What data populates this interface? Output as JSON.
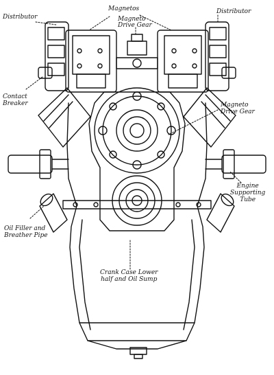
{
  "labels": {
    "distributor_left": "Distributor",
    "magnetos": "Magnetos",
    "distributor_right": "Distributor",
    "magneto_drive_gear_top_line1": "Magneto",
    "magneto_drive_gear_top_line2": "Drive Gear",
    "contact_breaker_line1": "Contact",
    "contact_breaker_line2": "Breaker",
    "magneto_drive_gear_right_line1": "Magneto",
    "magneto_drive_gear_right_line2": "Drive Gear",
    "engine_supporting_tube_line1": "Engine",
    "engine_supporting_tube_line2": "Supporting",
    "engine_supporting_tube_line3": "Tube",
    "oil_filler_line1": "Oil Filler and",
    "oil_filler_line2": "Breather Pipe",
    "crank_case_line1": "Crank Case Lower",
    "crank_case_line2": "half and Oil Sump"
  },
  "colors": {
    "ink": "#111111",
    "paper": "#ffffff"
  }
}
